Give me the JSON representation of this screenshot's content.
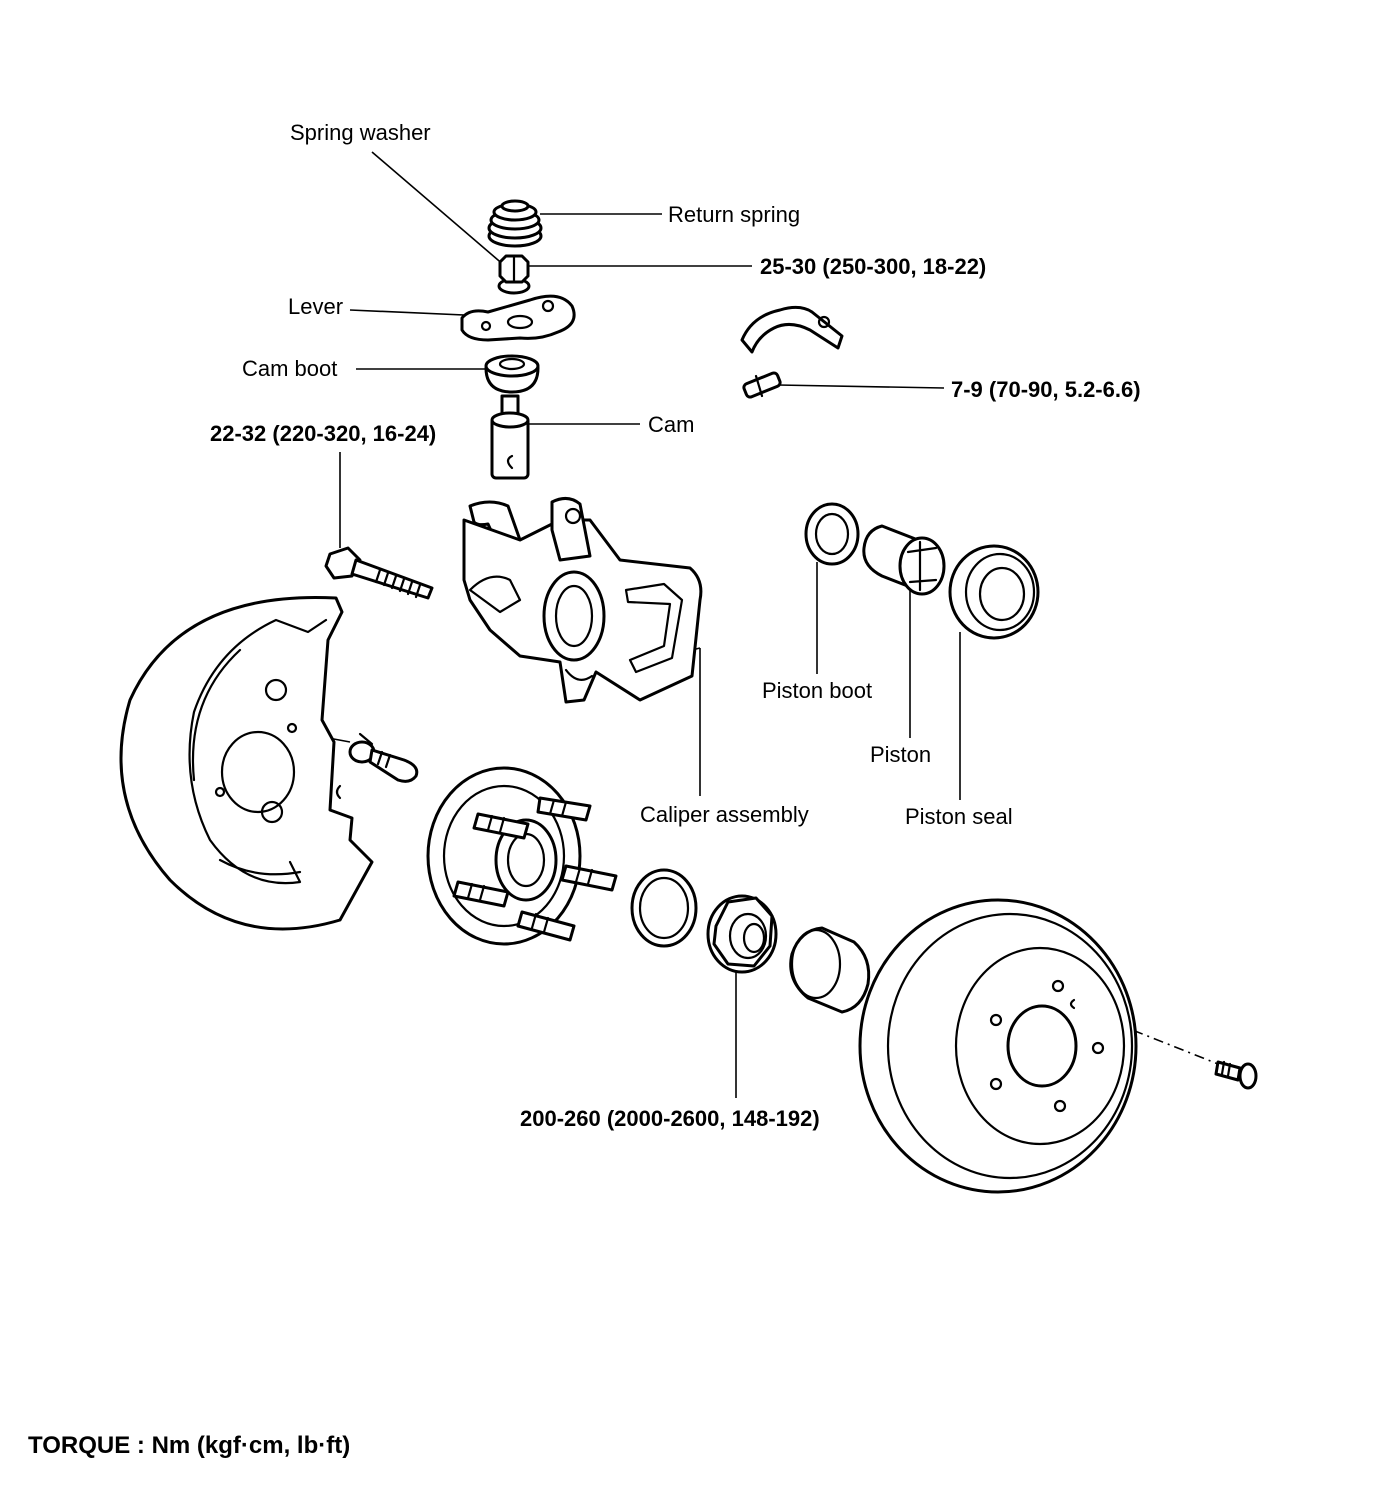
{
  "labels": {
    "spring_washer": "Spring washer",
    "return_spring": "Return spring",
    "lever_torque": "25-30 (250-300, 18-22)",
    "lever": "Lever",
    "cam_boot": "Cam boot",
    "bleeder_torque": "7-9 (70-90, 5.2-6.6)",
    "cam": "Cam",
    "caliper_bolt_torque": "22-32 (220-320, 16-24)",
    "piston_boot": "Piston boot",
    "piston": "Piston",
    "piston_seal": "Piston seal",
    "caliper_assembly": "Caliper assembly",
    "hub_nut_torque": "200-260 (2000-2600, 148-192)"
  },
  "footer": {
    "torque_units": "TORQUE : Nm (kgf·cm, lb·ft)"
  }
}
